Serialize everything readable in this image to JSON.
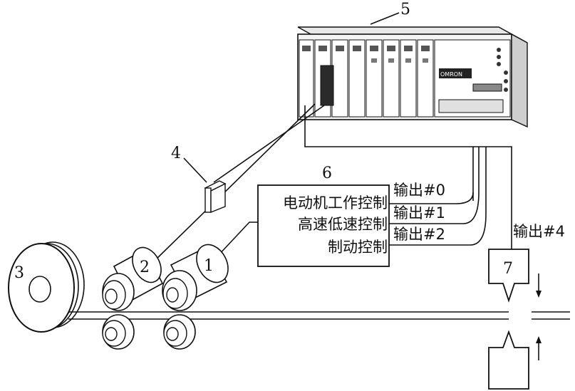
{
  "callouts": {
    "plc": "5",
    "sensor": "4",
    "controller": "6",
    "roller_2": "2",
    "roller_1": "1",
    "coil": "3",
    "cutter": "7"
  },
  "controller_box": {
    "line1": "电动机工作控制",
    "line2": "高速低速控制",
    "line3": "制动控制"
  },
  "outputs": {
    "out0": "输出#0",
    "out1": "输出#1",
    "out2": "输出#2",
    "out4": "输出#4"
  },
  "plc_panel": {
    "display_label": "OMRON"
  }
}
